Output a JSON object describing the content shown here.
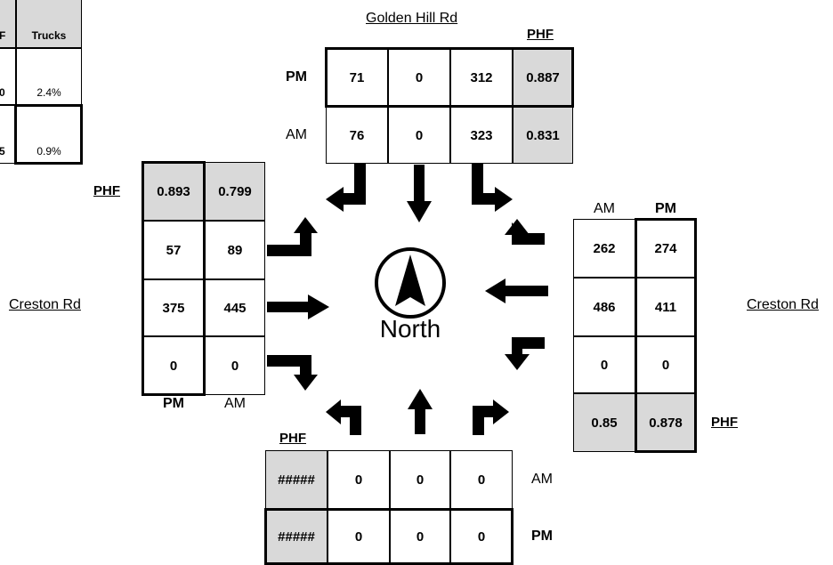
{
  "colors": {
    "shade": "#d9d9d9",
    "line": "#000000",
    "background": "#ffffff"
  },
  "summary_table": {
    "header_partial": "F",
    "header_trucks": "Trucks",
    "row_am": {
      "partial": "0",
      "trucks": "2.4%"
    },
    "row_pm": {
      "partial": "5",
      "trucks": "0.9%"
    }
  },
  "north": {
    "road": "Golden Hill Rd",
    "phf_label": "PHF",
    "pm": {
      "label": "PM",
      "values": [
        "71",
        "0",
        "312"
      ],
      "phf": "0.887"
    },
    "am": {
      "label": "AM",
      "values": [
        "76",
        "0",
        "323"
      ],
      "phf": "0.831"
    }
  },
  "west": {
    "road": "Creston Rd",
    "phf_label": "PHF",
    "col_labels": {
      "pm": "PM",
      "am": "AM"
    },
    "phf": {
      "pm": "0.893",
      "am": "0.799"
    },
    "rows": [
      {
        "pm": "57",
        "am": "89"
      },
      {
        "pm": "375",
        "am": "445"
      },
      {
        "pm": "0",
        "am": "0"
      }
    ]
  },
  "east": {
    "road": "Creston Rd",
    "phf_label": "PHF",
    "col_labels": {
      "am": "AM",
      "pm": "PM"
    },
    "rows": [
      {
        "am": "262",
        "pm": "274"
      },
      {
        "am": "486",
        "pm": "411"
      },
      {
        "am": "0",
        "pm": "0"
      }
    ],
    "phf": {
      "am": "0.85",
      "pm": "0.878"
    }
  },
  "south": {
    "phf_label": "PHF",
    "am": {
      "label": "AM",
      "phf": "#####",
      "values": [
        "0",
        "0",
        "0"
      ]
    },
    "pm": {
      "label": "PM",
      "phf": "#####",
      "values": [
        "0",
        "0",
        "0"
      ]
    }
  },
  "compass": {
    "label": "North",
    "icon": "north-arrow-icon"
  }
}
